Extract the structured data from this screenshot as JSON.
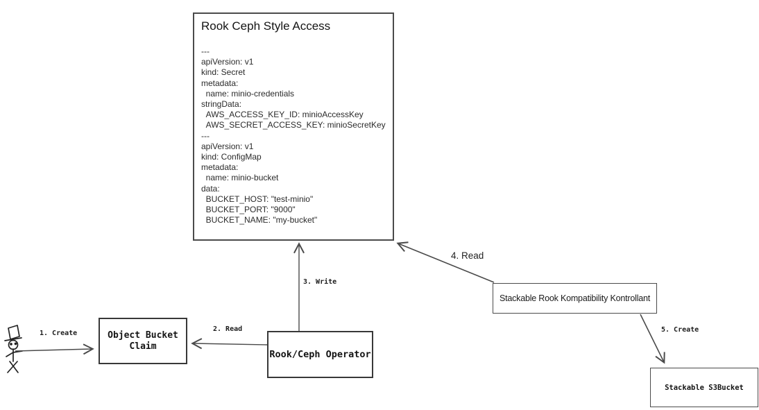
{
  "diagram": {
    "yaml_box": {
      "title": "Rook Ceph Style Access",
      "content": "---\napiVersion: v1\nkind: Secret\nmetadata:\n  name: minio-credentials\nstringData:\n  AWS_ACCESS_KEY_ID: minioAccessKey\n  AWS_SECRET_ACCESS_KEY: minioSecretKey\n---\napiVersion: v1\nkind: ConfigMap\nmetadata:\n  name: minio-bucket\ndata:\n  BUCKET_HOST: \"test-minio\"\n  BUCKET_PORT: \"9000\"\n  BUCKET_NAME: \"my-bucket\""
    },
    "nodes": {
      "object_bucket_claim": "Object Bucket\nClaim",
      "rook_ceph_operator": "Rook/Ceph Operator",
      "stackable_kontrollant": "Stackable Rook Kompatibility Kontrollant",
      "stackable_s3bucket": "Stackable S3Bucket"
    },
    "edges": {
      "create_obc": "1. Create",
      "read_obc": "2. Read",
      "write_secret": "3. Write",
      "read_secret": "4. Read",
      "create_s3bucket": "5. Create"
    },
    "colors": {
      "line": "#4a4a4a",
      "text": "#1f1f1f",
      "background": "#ffffff"
    }
  }
}
